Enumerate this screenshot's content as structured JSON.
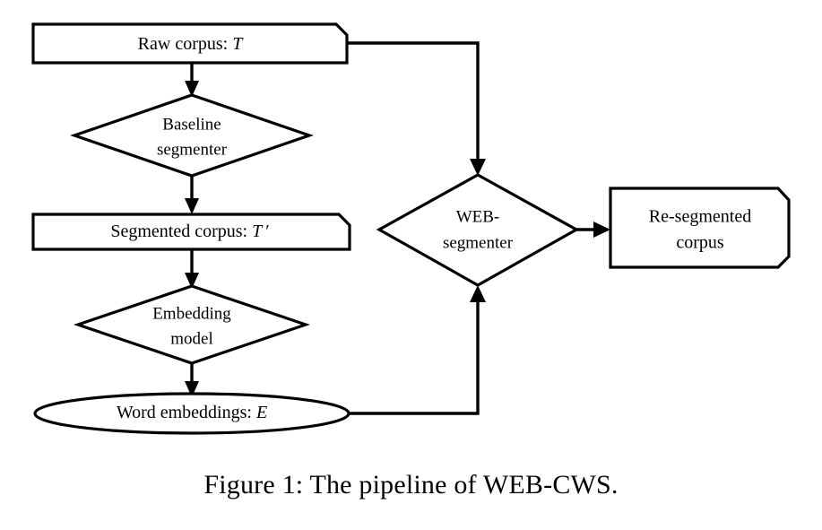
{
  "figure": {
    "caption": "Figure 1: The pipeline of WEB-CWS.",
    "background_color": "#ffffff",
    "stroke_color": "#000000"
  },
  "diagram": {
    "type": "flowchart",
    "nodes": [
      {
        "id": "raw-corpus",
        "shape": "cut-corner-box",
        "label_main": "Raw corpus: ",
        "label_symbol": "T",
        "label_suffix": ""
      },
      {
        "id": "baseline-segmenter",
        "shape": "diamond",
        "line1": "Baseline",
        "line2": "segmenter"
      },
      {
        "id": "segmented-corpus",
        "shape": "cut-corner-box",
        "label_main": "Segmented corpus: ",
        "label_symbol": "T",
        "label_suffix": " ′"
      },
      {
        "id": "embedding-model",
        "shape": "diamond",
        "line1": "Embedding",
        "line2": "model"
      },
      {
        "id": "word-embeddings",
        "shape": "ellipse",
        "label_main": "Word embeddings: ",
        "label_symbol": "E",
        "label_suffix": ""
      },
      {
        "id": "web-segmenter",
        "shape": "diamond",
        "line1": "WEB-",
        "line2": "segmenter"
      },
      {
        "id": "re-segmented-corpus",
        "shape": "cut-corner-box-双",
        "line1": "Re-segmented",
        "line2": "corpus"
      }
    ],
    "edges": [
      {
        "id": "raw-to-baseline",
        "from": "raw-corpus",
        "to": "baseline-segmenter",
        "style": "straight-down-arrow"
      },
      {
        "id": "baseline-to-segmented",
        "from": "baseline-segmenter",
        "to": "segmented-corpus",
        "style": "straight-down-arrow"
      },
      {
        "id": "segmented-to-embedding",
        "from": "segmented-corpus",
        "to": "embedding-model",
        "style": "straight-down-arrow"
      },
      {
        "id": "embedding-to-word-embeddings",
        "from": "embedding-model",
        "to": "word-embeddings",
        "style": "straight-down-arrow"
      },
      {
        "id": "raw-to-web-segmenter",
        "from": "raw-corpus",
        "to": "web-segmenter",
        "style": "elbow-right-down-arrow"
      },
      {
        "id": "word-embeddings-to-web-segmenter",
        "from": "word-embeddings",
        "to": "web-segmenter",
        "style": "elbow-right-up-arrow"
      },
      {
        "id": "web-segmenter-to-re-segmented",
        "from": "web-segmenter",
        "to": "re-segmented-corpus",
        "style": "straight-right-arrow"
      }
    ]
  }
}
